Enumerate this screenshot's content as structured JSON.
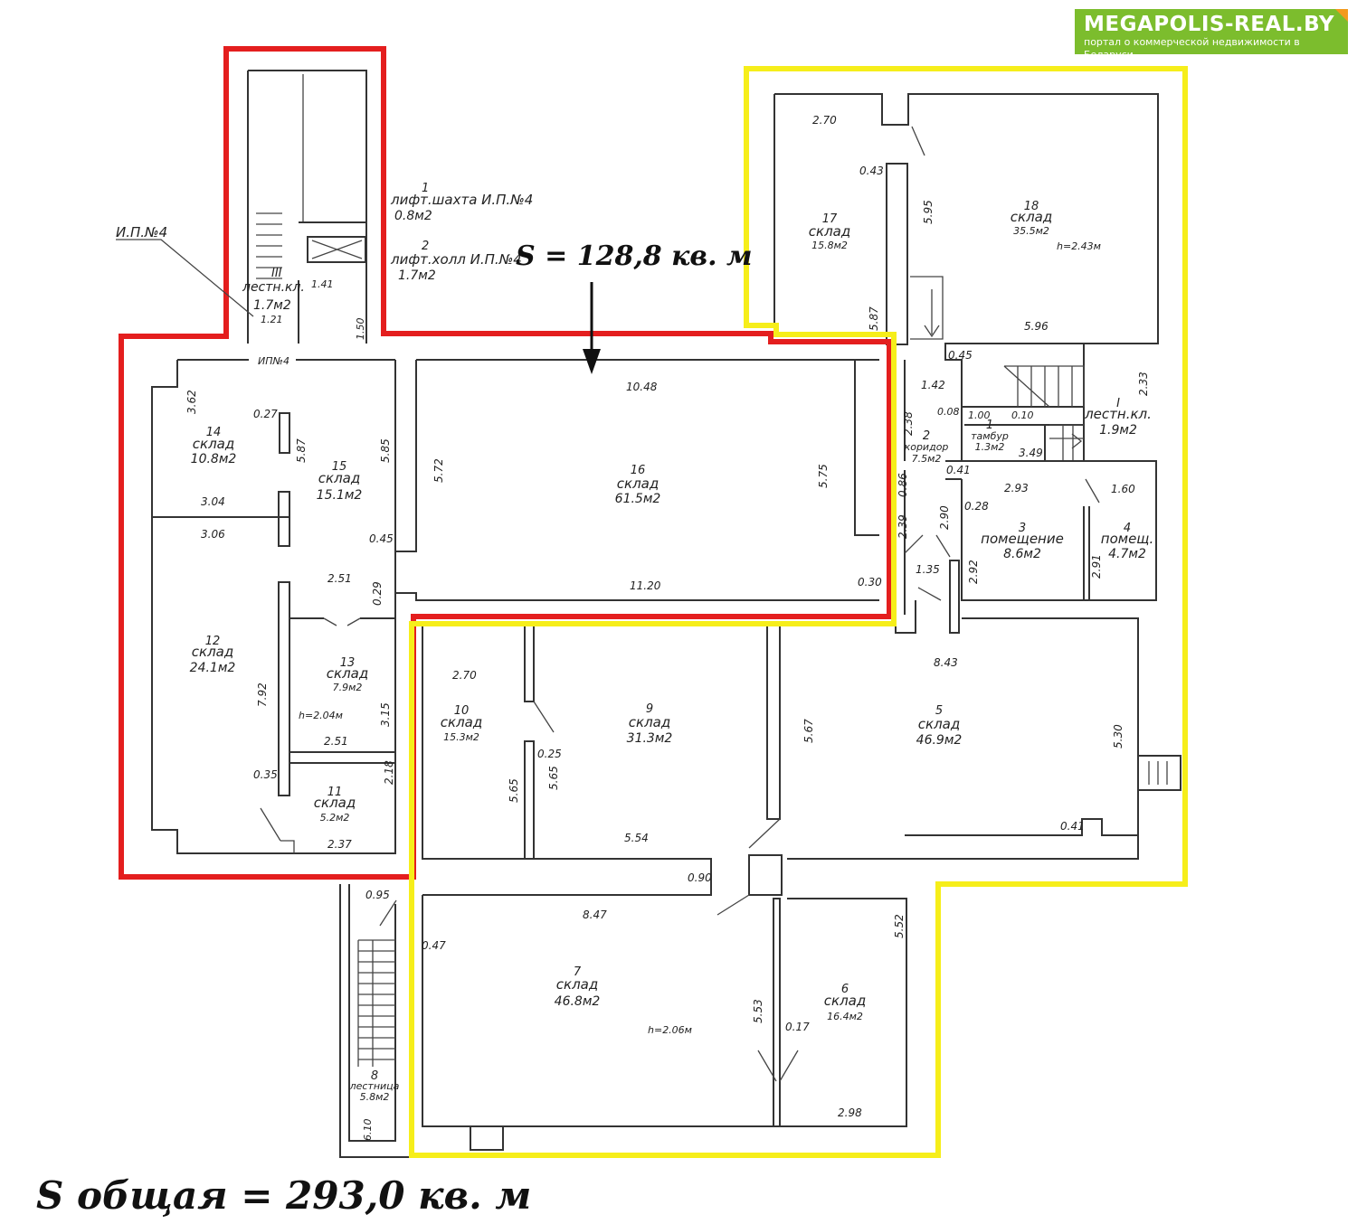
{
  "logo": {
    "title": "MEGAPOLIS-REAL.BY",
    "subtitle": "портал о коммерческой недвижимости в Беларуси"
  },
  "headline_area": "S = 128,8 кв. м",
  "total_area": "S общая = 293,0 кв. м",
  "rooms": [
    {
      "num": "1",
      "name": "лифт.шахта И.П.№4",
      "area": "0.8м2"
    },
    {
      "num": "2",
      "name": "лифт.холл И.П.№4",
      "area": "1.7м2"
    },
    {
      "num": "III",
      "name": "лестн.кл.",
      "area": "1.7м2"
    },
    {
      "num": "14",
      "name": "склад",
      "area": "10.8м2"
    },
    {
      "num": "15",
      "name": "склад",
      "area": "15.1м2"
    },
    {
      "num": "16",
      "name": "склад",
      "area": "61.5м2"
    },
    {
      "num": "12",
      "name": "склад",
      "area": "24.1м2"
    },
    {
      "num": "13",
      "name": "склад",
      "area": "7.9м2"
    },
    {
      "num": "11",
      "name": "склад",
      "area": "5.2м2"
    },
    {
      "num": "17",
      "name": "склад",
      "area": "15.8м2"
    },
    {
      "num": "18",
      "name": "склад",
      "area": "35.5м2"
    },
    {
      "num": "I",
      "name": "лестн.кл.",
      "area": "1.9м2"
    },
    {
      "num": "1",
      "name": "тамбур",
      "area": "1.3м2"
    },
    {
      "num": "2",
      "name": "коридор",
      "area": "7.5м2"
    },
    {
      "num": "3",
      "name": "помещение",
      "area": "8.6м2"
    },
    {
      "num": "4",
      "name": "помещ.",
      "area": "4.7м2"
    },
    {
      "num": "10",
      "name": "склад",
      "area": "15.3м2"
    },
    {
      "num": "9",
      "name": "склад",
      "area": "31.3м2"
    },
    {
      "num": "5",
      "name": "склад",
      "area": "46.9м2"
    },
    {
      "num": "7",
      "name": "склад",
      "area": "46.8м2"
    },
    {
      "num": "6",
      "name": "склад",
      "area": "16.4м2"
    },
    {
      "num": "8",
      "name": "лестница",
      "area": "5.8м2"
    }
  ],
  "labels": {
    "ip4_top": "И.П.№4",
    "ip4_bottom": "ИП№4",
    "h1": "h=2.43м",
    "h2": "h=2.04м",
    "h3": "h=2.06м"
  },
  "dims": [
    "2.70",
    "0.43",
    "5.95",
    "5.87",
    "5.96",
    "0.45",
    "1.42",
    "2.33",
    "0.08",
    "1.00",
    "0.10",
    "3.49",
    "2.38",
    "0.41",
    "2.93",
    "1.60",
    "0.28",
    "0.86",
    "2.39",
    "2.90",
    "1.35",
    "2.92",
    "2.91",
    "0.30",
    "10.48",
    "5.72",
    "5.75",
    "11.20",
    "3.62",
    "0.27",
    "5.87",
    "5.85",
    "3.04",
    "3.06",
    "0.45",
    "2.51",
    "0.29",
    "7.92",
    "3.15",
    "2.51",
    "0.35",
    "2.18",
    "2.37",
    "1.41",
    "1.21",
    "1.50",
    "2.70",
    "0.25",
    "5.65",
    "5.65",
    "5.54",
    "5.67",
    "8.43",
    "5.30",
    "0.41",
    "0.90",
    "8.47",
    "0.47",
    "5.52",
    "5.53",
    "0.17",
    "2.98",
    "0.95",
    "6.10"
  ]
}
